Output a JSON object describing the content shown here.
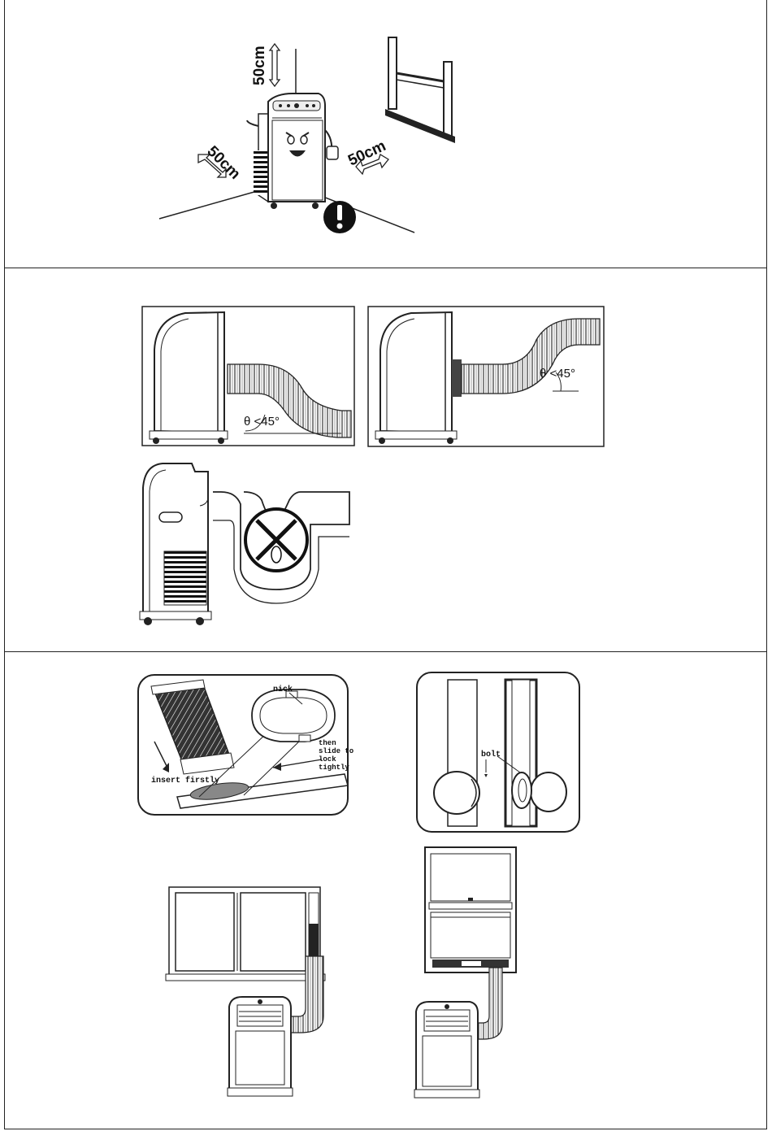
{
  "section1": {
    "clearance_top": "50cm",
    "clearance_left": "50cm",
    "clearance_right": "50cm"
  },
  "section2": {
    "angle_label_1": "θ <45°",
    "angle_label_2": "θ <45°"
  },
  "section3": {
    "label_nick": "nick",
    "label_then_slide": [
      "then",
      "slide to",
      "lock",
      "tightly"
    ],
    "label_insert_firstly": "insert firstly",
    "label_bolt": "bolt"
  },
  "icons": {
    "warning": "exclamation-warning-icon",
    "prohibited": "prohibited-x-icon"
  }
}
